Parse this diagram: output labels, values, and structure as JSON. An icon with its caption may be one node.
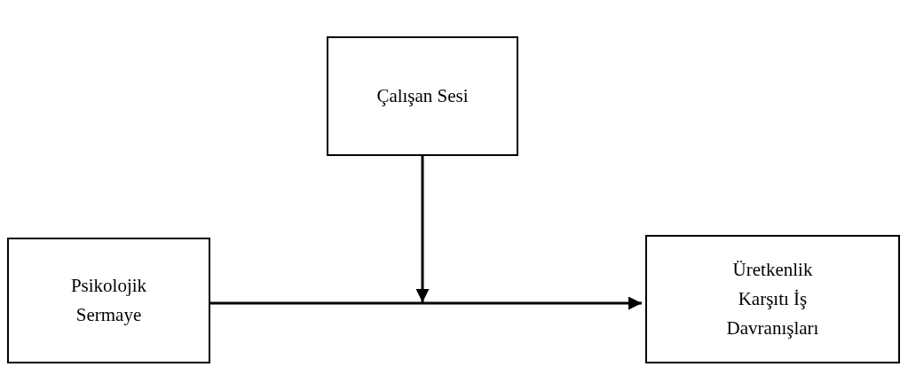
{
  "diagram": {
    "nodes": [
      {
        "text": [
          "Çalışan Sesi"
        ]
      },
      {
        "text": [
          "Psikolojik Sermaye"
        ]
      },
      {
        "text": [
          "Üretkenlik Karşıtı İş Davranışları"
        ]
      }
    ],
    "edges": [
      {
        "from": 1,
        "to": 2,
        "arrow": "to"
      },
      {
        "from": 0,
        "to": null,
        "arrow": "to"
      }
    ]
  }
}
